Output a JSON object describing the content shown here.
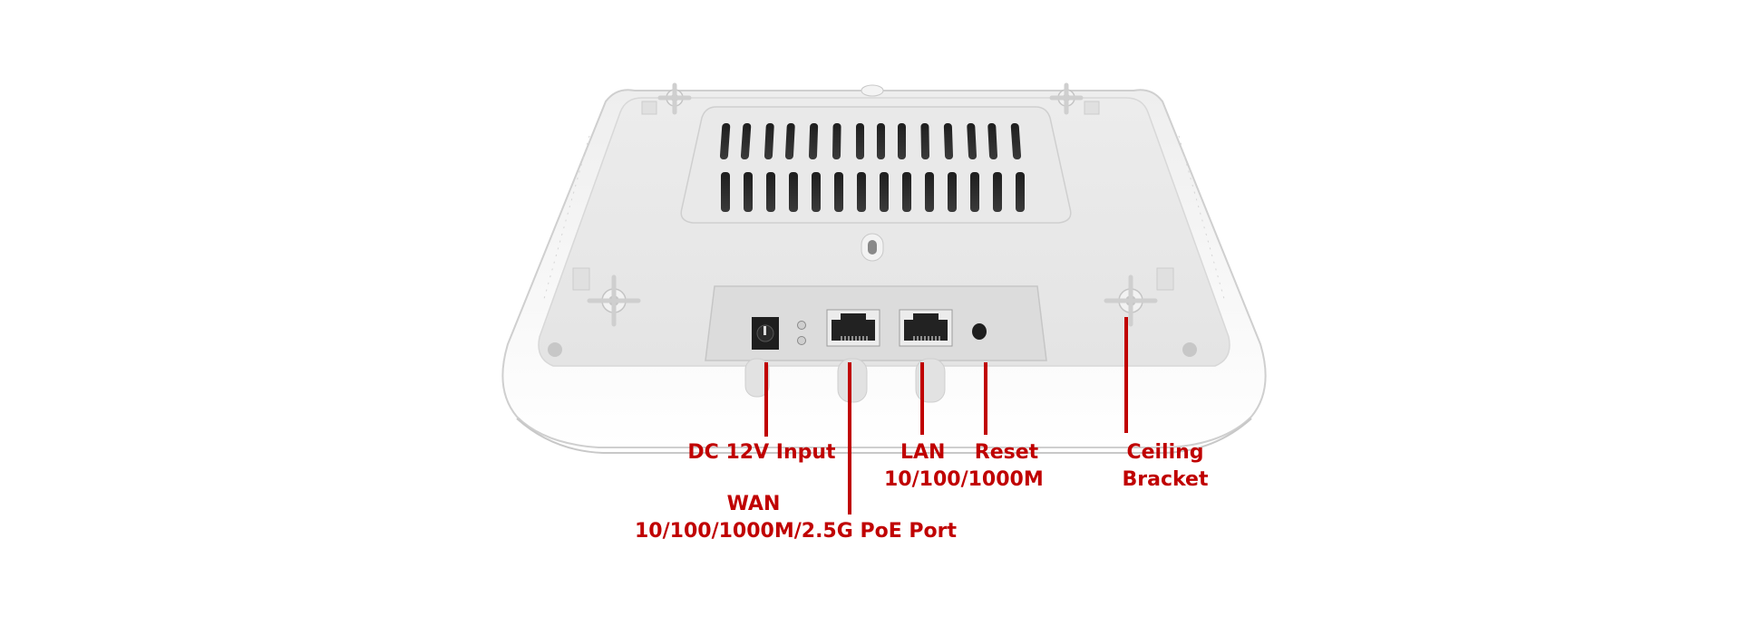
{
  "diagram": {
    "subject": "Ceiling-mount access point, rear view",
    "accent_color": "#c00000",
    "callouts": [
      {
        "id": "dc",
        "line1": "DC 12V Input",
        "line2": ""
      },
      {
        "id": "wan",
        "line1": "WAN",
        "line2": "10/100/1000M/2.5G PoE Port"
      },
      {
        "id": "lan",
        "line1": "LAN",
        "line2": "10/100/1000M"
      },
      {
        "id": "reset",
        "line1": "Reset",
        "line2": ""
      },
      {
        "id": "bracket",
        "line1": "Ceiling",
        "line2": "Bracket"
      }
    ]
  }
}
